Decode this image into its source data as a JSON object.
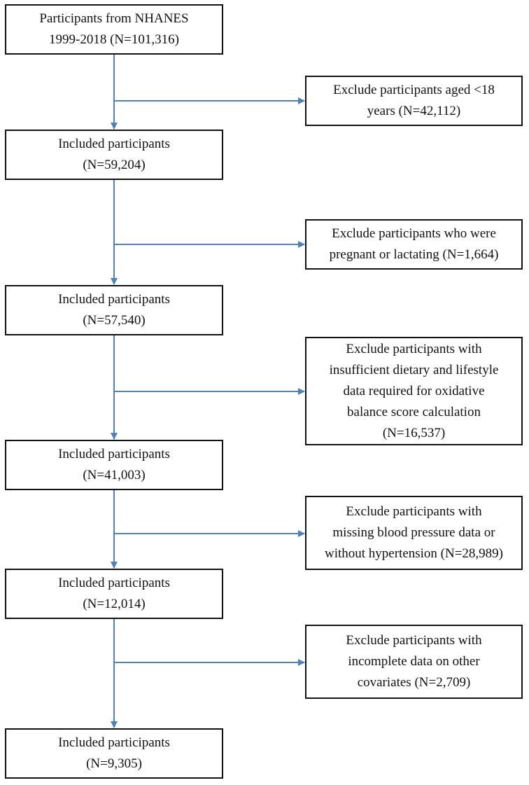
{
  "flowchart": {
    "steps": [
      {
        "lines": [
          "Participants from NHANES",
          "1999-2018 (N=101,316)"
        ]
      },
      {
        "lines": [
          "Included participants",
          "(N=59,204)"
        ]
      },
      {
        "lines": [
          "Included participants",
          "(N=57,540)"
        ]
      },
      {
        "lines": [
          "Included participants",
          "(N=41,003)"
        ]
      },
      {
        "lines": [
          "Included participants",
          "(N=12,014)"
        ]
      },
      {
        "lines": [
          "Included participants",
          "(N=9,305)"
        ]
      }
    ],
    "exclusions": [
      {
        "lines": [
          "Exclude participants aged <18",
          "years (N=42,112)"
        ]
      },
      {
        "lines": [
          "Exclude participants who were",
          "pregnant or lactating (N=1,664)"
        ]
      },
      {
        "lines": [
          "Exclude participants with",
          "insufficient dietary and lifestyle",
          "data required for oxidative",
          "balance score calculation",
          "(N=16,537)"
        ]
      },
      {
        "lines": [
          "Exclude participants with",
          "missing blood pressure data or",
          "without hypertension (N=28,989)"
        ]
      },
      {
        "lines": [
          "Exclude participants with",
          "incomplete data on other",
          "covariates (N=2,709)"
        ]
      }
    ]
  },
  "colors": {
    "arrow": "#4f81bd",
    "box_border": "#111111",
    "text": "#111111",
    "background": "#ffffff"
  }
}
